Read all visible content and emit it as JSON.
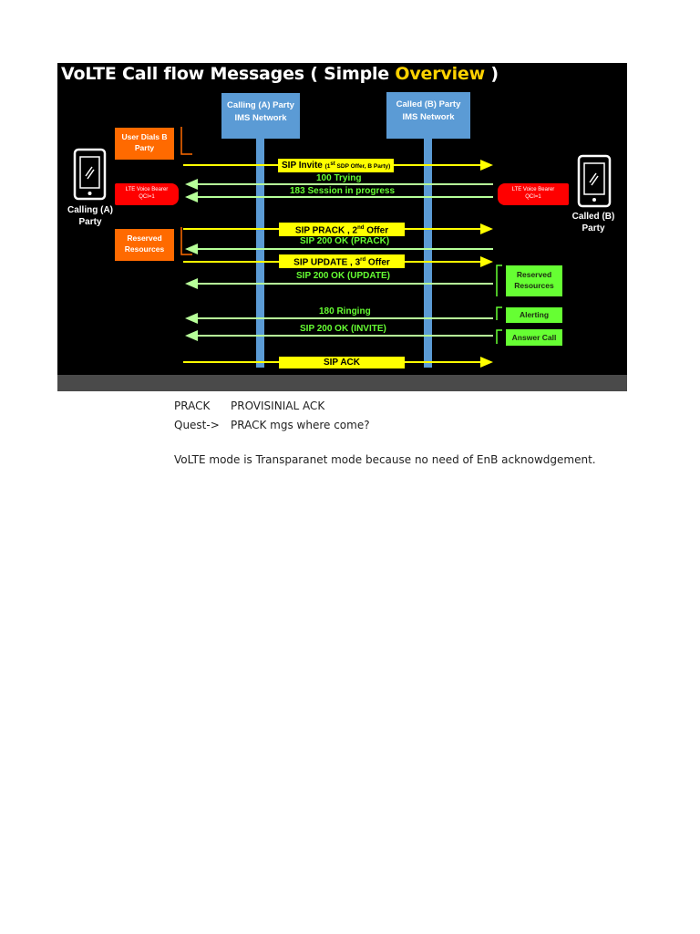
{
  "diagram": {
    "title_prefix": "VoLTE Call flow Messages ( Simple ",
    "title_highlight": "Overview",
    "title_suffix": " )",
    "ims_a": [
      "Calling (A) Party",
      "IMS Network"
    ],
    "ims_b": [
      "Called (B) Party",
      "IMS Network"
    ],
    "phone_a_label": [
      "Calling (A)",
      "Party"
    ],
    "phone_b_label": [
      "Called (B)",
      "Party"
    ],
    "user_dials": [
      "User Dials B",
      "Party"
    ],
    "reserved_left": [
      "Reserved",
      "Resources"
    ],
    "bearer_left": [
      "LTE Voice Bearer",
      "QCI=1"
    ],
    "bearer_right": [
      "LTE Voice Bearer",
      "QCI=1"
    ],
    "reserved_right": [
      "Reserved",
      "Resources"
    ],
    "alerting": "Alerting",
    "answer_call": "Answer Call",
    "messages": {
      "invite": "SIP Invite",
      "invite_note_1": "(1",
      "invite_note_sup": "st",
      "invite_note_2": " SDP Offer, B Party)",
      "trying": "100 Trying",
      "session_progress": "183 Session in progress",
      "prack_1": "SIP PRACK , 2",
      "prack_sup": "nd",
      "prack_2": " Offer",
      "ok_prack": "SIP 200 OK (PRACK)",
      "update_1": "SIP UPDATE , 3",
      "update_sup": "rd",
      "update_2": " Offer",
      "ok_update": "SIP 200 OK (UPDATE)",
      "ringing": "180 Ringing",
      "ok_invite": "SIP 200 OK (INVITE)",
      "ack": "SIP ACK"
    },
    "colors": {
      "background": "#000000",
      "ims": "#5b9bd5",
      "orange": "#ff6a00",
      "green": "#66ff33",
      "yellow": "#ffff00",
      "red": "#ff0000",
      "light_green_arrow": "#b7ff99"
    },
    "icons": [
      "phone-icon",
      "phone-icon"
    ]
  },
  "notes": {
    "row1_term": "PRACK",
    "row1_def": "PROVISINIAL ACK",
    "row2_term": "Quest->",
    "row2_def": "PRACK mgs where come?",
    "row3": "VoLTE mode is Transparanet mode because no need of EnB acknowdgement."
  }
}
